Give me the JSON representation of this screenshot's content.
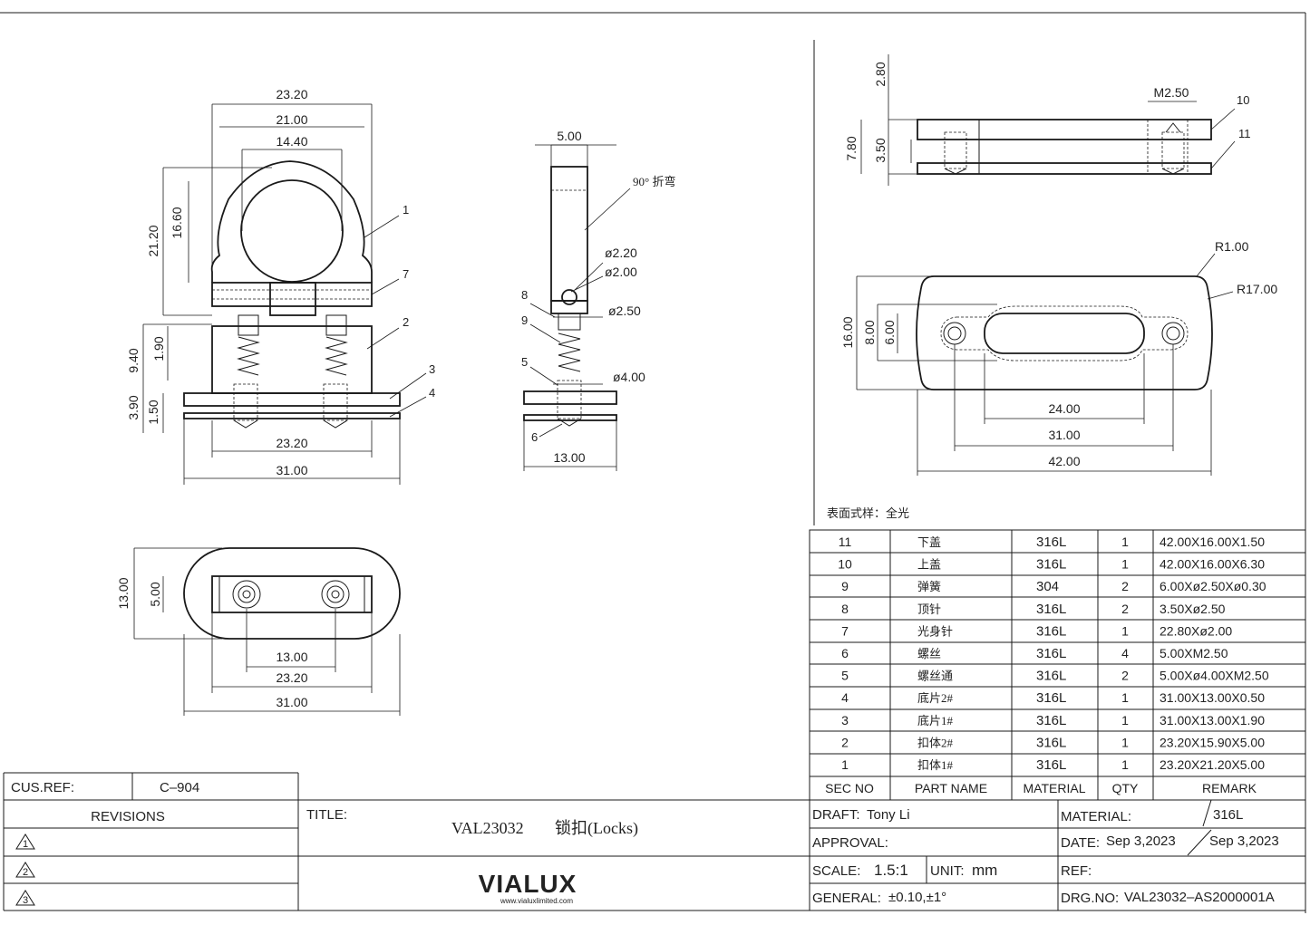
{
  "views": {
    "front": {
      "dims_top": [
        "23.20",
        "21.00",
        "14.40"
      ],
      "dims_left": [
        "21.20",
        "16.60",
        "9.40",
        "1.90",
        "3.90",
        "1.50"
      ],
      "dims_bottom": [
        "23.20",
        "31.00"
      ],
      "callouts": [
        "1",
        "7",
        "2",
        "3",
        "4"
      ]
    },
    "side": {
      "dim_top": "5.00",
      "bend_note": "90° 折弯",
      "diameters": [
        "ø2.20",
        "ø2.00",
        "ø2.50",
        "ø4.00"
      ],
      "callouts": [
        "8",
        "9",
        "5",
        "6"
      ],
      "dim_bottom": "13.00"
    },
    "plan": {
      "dims_left": [
        "13.00",
        "5.00"
      ],
      "dims_bottom": [
        "13.00",
        "23.20",
        "31.00"
      ]
    },
    "cover_section": {
      "dims_left": [
        "2.80",
        "7.80",
        "3.50"
      ],
      "thread": "M2.50",
      "callouts": [
        "10",
        "11"
      ]
    },
    "cover_top": {
      "radii": [
        "R1.00",
        "R17.00"
      ],
      "dims_left": [
        "16.00",
        "8.00",
        "6.00"
      ],
      "dims_bottom": [
        "24.00",
        "31.00",
        "42.00"
      ]
    }
  },
  "surface_note": "表面式样：全光",
  "bom": {
    "headers": [
      "SEC NO",
      "PART NAME",
      "MATERIAL",
      "QTY",
      "REMARK"
    ],
    "rows": [
      {
        "no": "11",
        "name": "下盖",
        "material": "316L",
        "qty": "1",
        "remark": "42.00X16.00X1.50"
      },
      {
        "no": "10",
        "name": "上盖",
        "material": "316L",
        "qty": "1",
        "remark": "42.00X16.00X6.30"
      },
      {
        "no": "9",
        "name": "弹簧",
        "material": "304",
        "qty": "2",
        "remark": "6.00Xø2.50Xø0.30"
      },
      {
        "no": "8",
        "name": "顶针",
        "material": "316L",
        "qty": "2",
        "remark": "3.50Xø2.50"
      },
      {
        "no": "7",
        "name": "光身针",
        "material": "316L",
        "qty": "1",
        "remark": "22.80Xø2.00"
      },
      {
        "no": "6",
        "name": "螺丝",
        "material": "316L",
        "qty": "4",
        "remark": "5.00XM2.50"
      },
      {
        "no": "5",
        "name": "螺丝通",
        "material": "316L",
        "qty": "2",
        "remark": "5.00Xø4.00XM2.50"
      },
      {
        "no": "4",
        "name": "底片2#",
        "material": "316L",
        "qty": "1",
        "remark": "31.00X13.00X0.50"
      },
      {
        "no": "3",
        "name": "底片1#",
        "material": "316L",
        "qty": "1",
        "remark": "31.00X13.00X1.90"
      },
      {
        "no": "2",
        "name": "扣体2#",
        "material": "316L",
        "qty": "1",
        "remark": "23.20X15.90X5.00"
      },
      {
        "no": "1",
        "name": "扣体1#",
        "material": "316L",
        "qty": "1",
        "remark": "23.20X21.20X5.00"
      }
    ]
  },
  "title_block": {
    "cus_ref_label": "CUS.REF:",
    "cus_ref_value": "C–904",
    "revisions_label": "REVISIONS",
    "revision_marks": [
      "1",
      "2",
      "3"
    ],
    "title_label": "TITLE:",
    "title_code": "VAL23032",
    "title_name": "锁扣(Locks)",
    "logo_text": "VIALUX",
    "logo_url": "www.vialuxlimited.com",
    "draft_label": "DRAFT:",
    "draft_value": "Tony  Li",
    "approval_label": "APPROVAL:",
    "scale_label": "SCALE:",
    "scale_value": "1.5:1",
    "unit_label": "UNIT:",
    "unit_value": "mm",
    "general_label": "GENERAL:",
    "general_value": "±0.10,±1°",
    "material_label": "MATERIAL:",
    "material_value": "316L",
    "date_label": "DATE:",
    "date_value": "Sep  3,2023",
    "date_value2": "Sep  3,2023",
    "ref_label": "REF:",
    "drg_label": "DRG.NO:",
    "drg_value": "VAL23032–AS2000001A"
  }
}
